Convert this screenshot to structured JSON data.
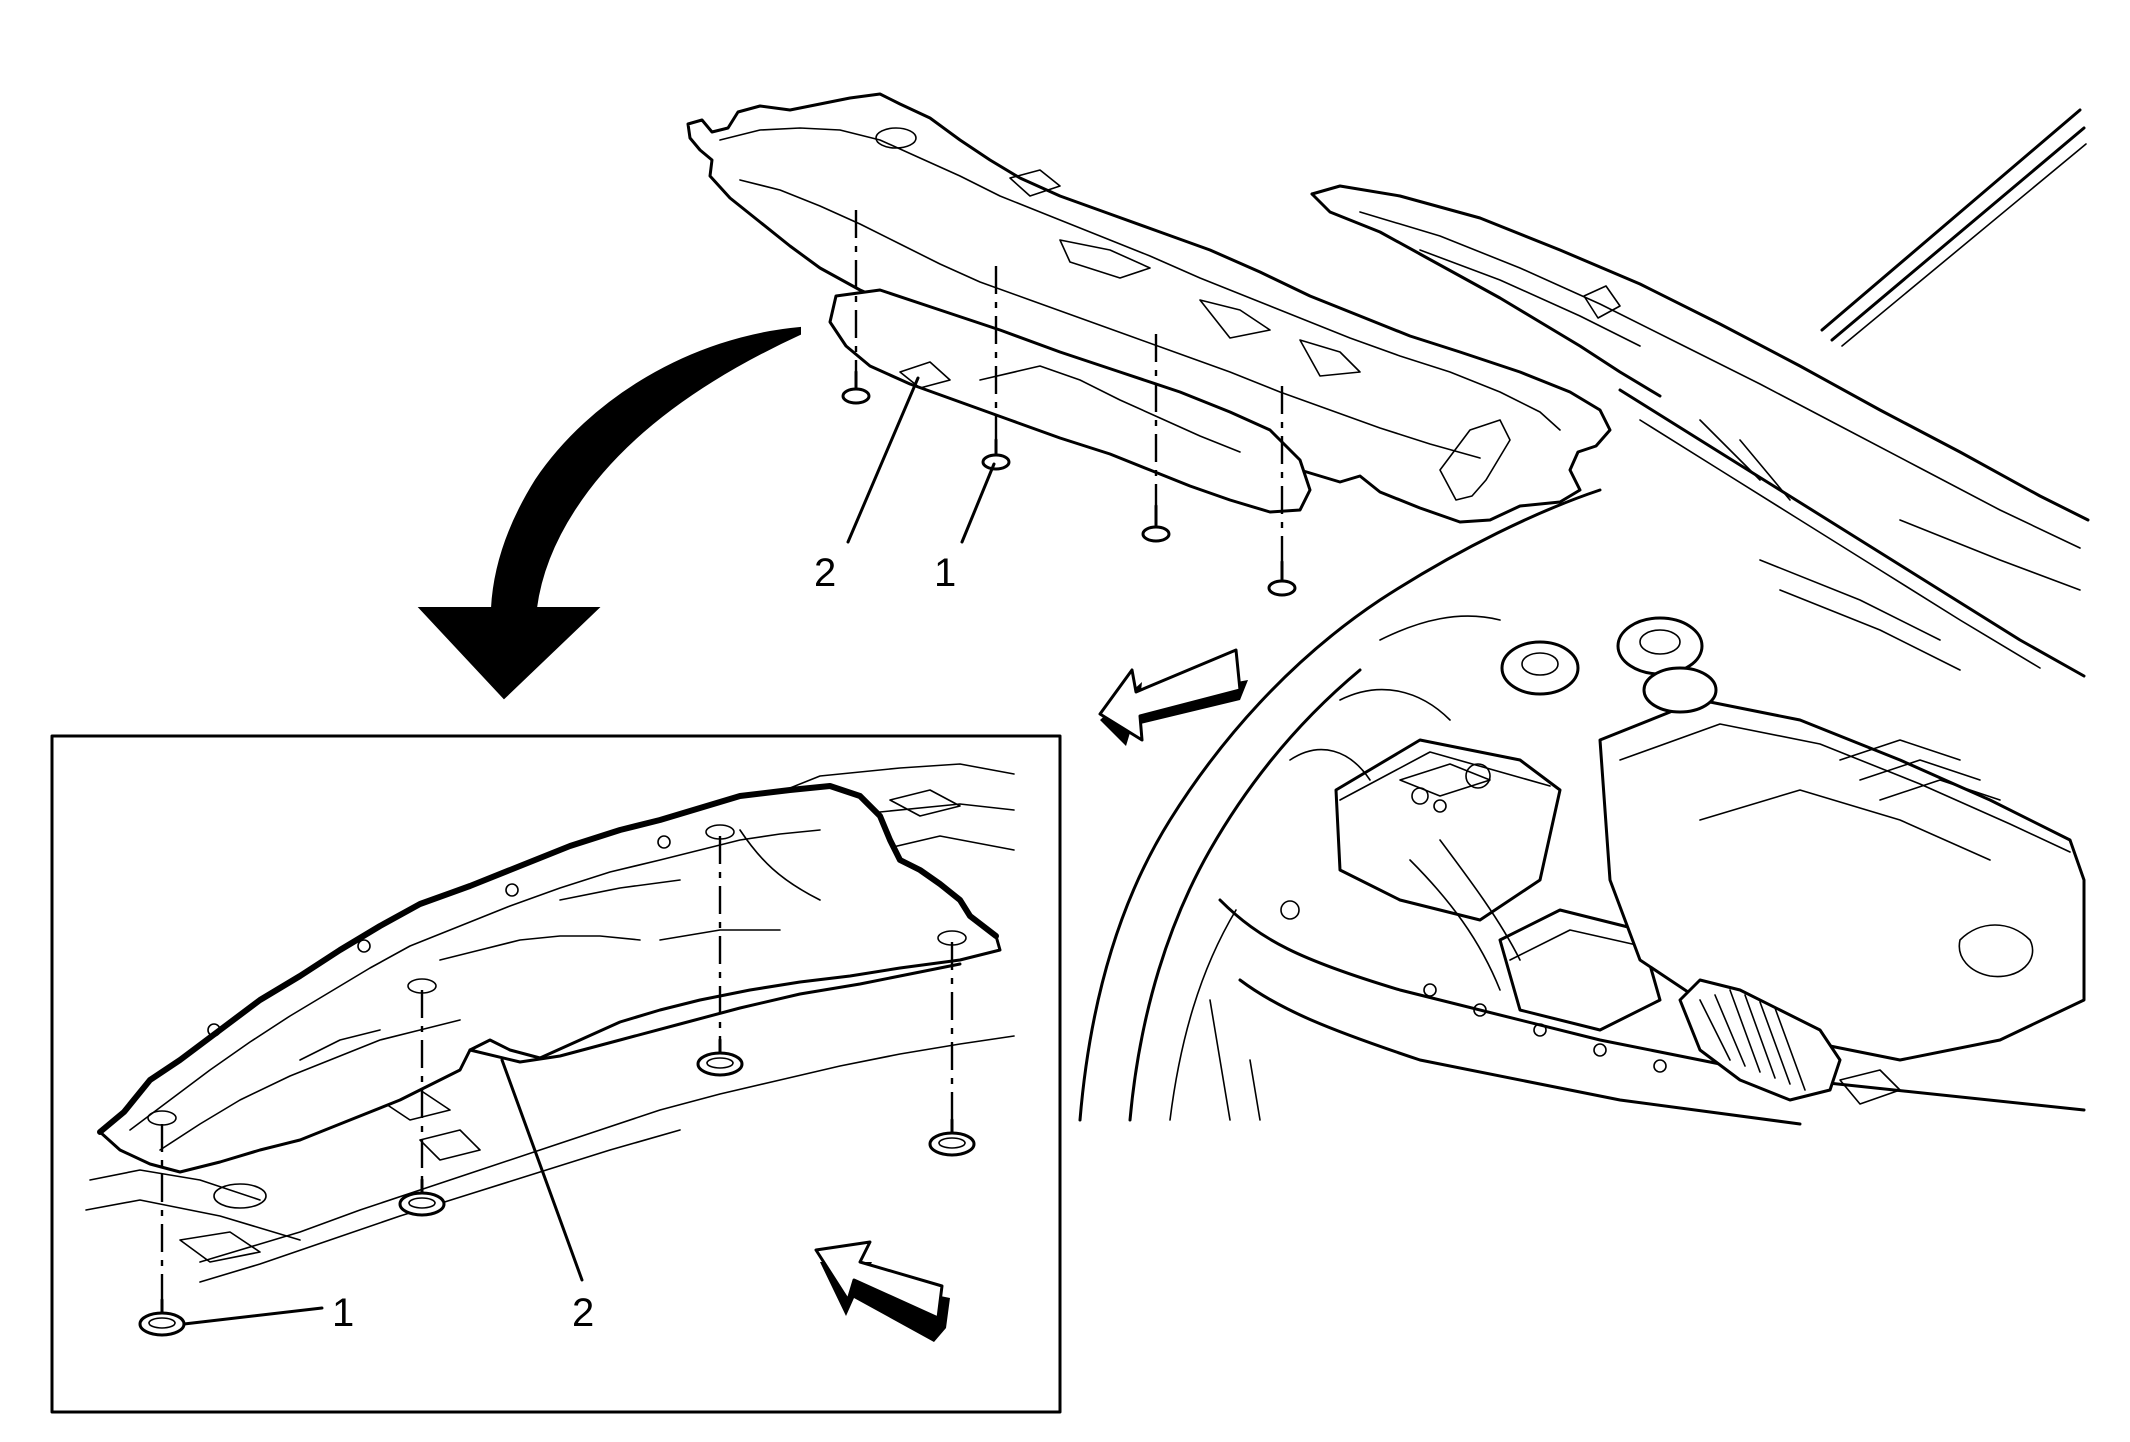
{
  "callouts": {
    "top_left_2": "2",
    "top_left_1": "1",
    "inset_1": "1",
    "inset_2": "2"
  },
  "icons": {
    "rotation_arrow": "curved-down-arrow-icon",
    "view_direction": "block-arrow-icon"
  },
  "colors": {
    "ink": "#000000",
    "paper": "#ffffff"
  }
}
